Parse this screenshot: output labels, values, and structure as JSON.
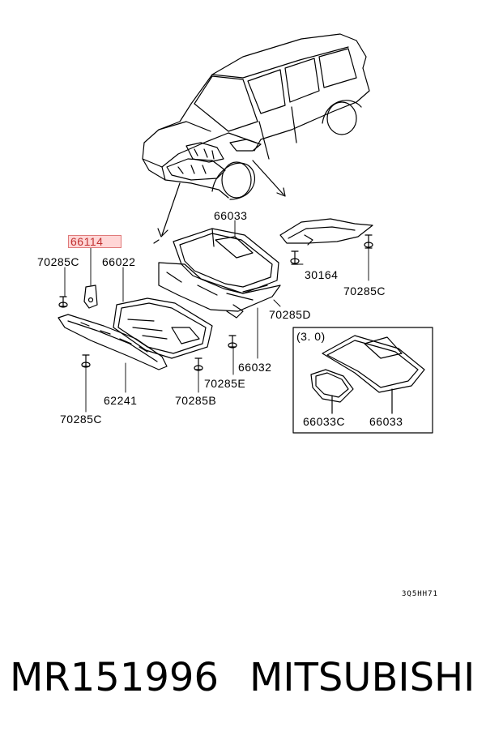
{
  "diagram": {
    "highlighted_part": "66114",
    "labels": {
      "l66033_top": "66033",
      "l30164": "30164",
      "l70285c_left": "70285C",
      "l66022": "66022",
      "l70285c_right": "70285C",
      "l70285d": "70285D",
      "l66032": "66032",
      "l70285e": "70285E",
      "l62241": "62241",
      "l70285b": "70285B",
      "l70285c_bottom": "70285C",
      "inset_variant": "(3. 0)",
      "l66033c": "66033C",
      "l66033_inset": "66033"
    },
    "figure_ref": "3Q5HH71"
  },
  "footer": {
    "part_number": "MR151996",
    "brand": "MITSUBISHI"
  },
  "colors": {
    "line": "#000000",
    "highlight_fill": "#ffd6d6",
    "highlight_border": "#e07a7a",
    "highlight_text": "#c03030"
  }
}
